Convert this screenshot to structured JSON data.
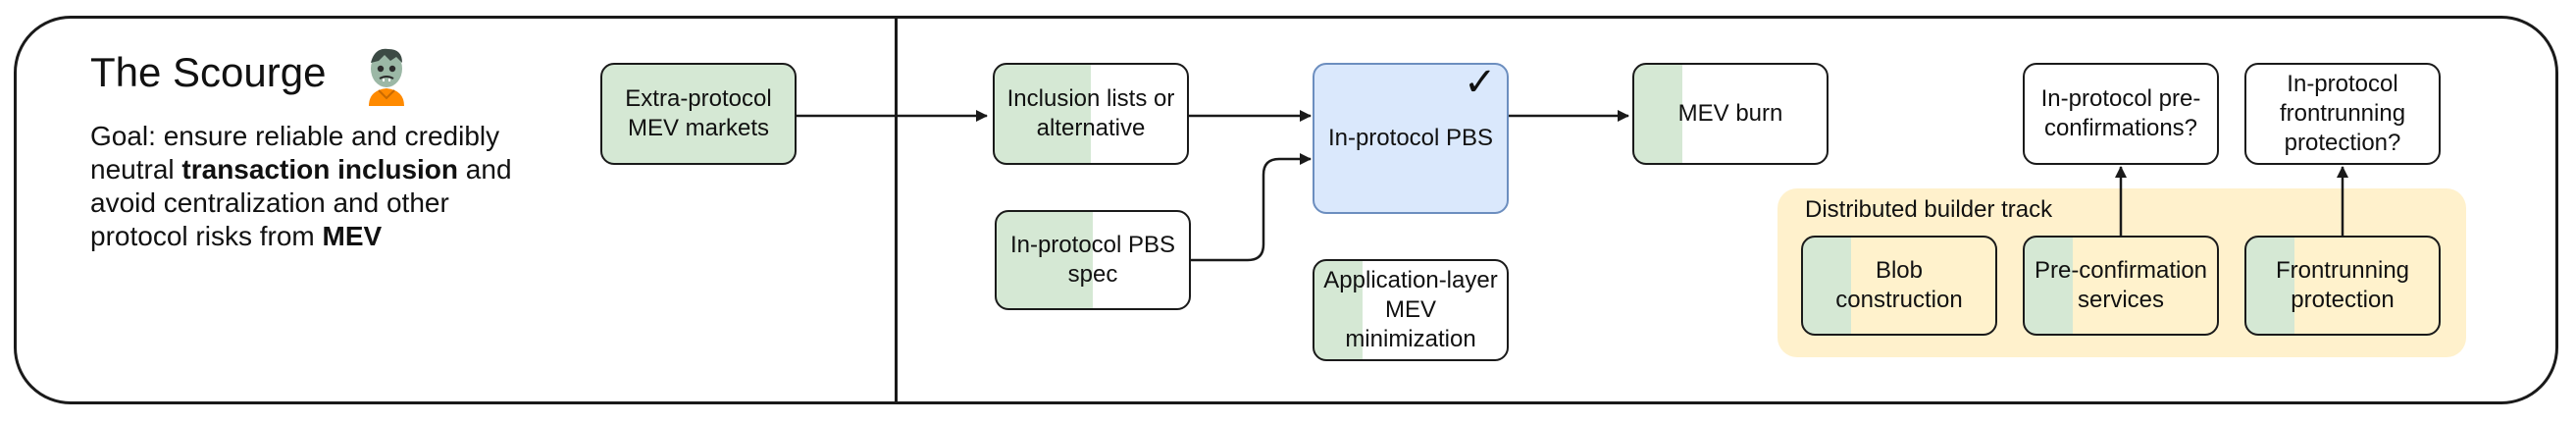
{
  "title": "The Scourge",
  "goal": {
    "prefix": "Goal: ensure reliable and credibly neutral ",
    "bold1": "transaction inclusion",
    "middle": " and avoid centralization and other protocol risks from ",
    "bold2": "MEV"
  },
  "title_icon": "zombie-emoji-icon",
  "track_label": "Distributed builder track",
  "nodes": {
    "extra_protocol": "Extra-protocol MEV markets",
    "inclusion_lists": "Inclusion lists or alternative",
    "pbs_spec": "In-protocol PBS spec",
    "in_protocol_pbs": "In-protocol PBS",
    "app_layer": "Application-layer MEV minimization",
    "mev_burn": "MEV burn",
    "preconf_q": "In-protocol pre-confirmations?",
    "frontrun_q": "In-protocol frontrunning protection?",
    "blob": "Blob construction",
    "preconf_services": "Pre-confirmation services",
    "frontrun_protection": "Frontrunning protection"
  },
  "progress": {
    "extra_protocol": 1.0,
    "inclusion_lists": 0.5,
    "pbs_spec": 0.5,
    "in_protocol_pbs": 1.0,
    "app_layer": 0.25,
    "mev_burn": 0.25,
    "preconf_q": 0.0,
    "frontrun_q": 0.0,
    "blob": 0.25,
    "preconf_services": 0.25,
    "frontrun_protection": 0.25
  },
  "done_mark": "✓",
  "colors": {
    "progress_fill": "#d5e8d4",
    "done_node": "#dae8fc",
    "done_border": "#6c8ebf",
    "track_bg": "#fff1cc",
    "line": "#1a1a1a"
  }
}
